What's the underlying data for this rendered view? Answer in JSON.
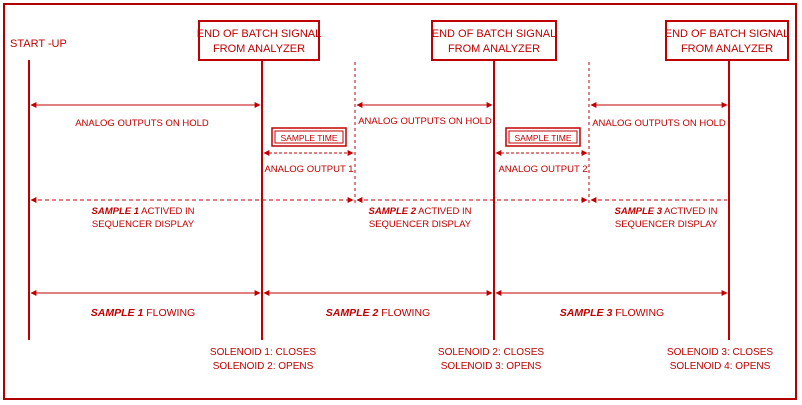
{
  "start_label": "START -UP",
  "end_batch_signals": [
    {
      "line1": "END OF BATCH SIGNAL",
      "line2": "FROM ANALYZER"
    },
    {
      "line1": "END OF BATCH SIGNAL",
      "line2": "FROM ANALYZER"
    },
    {
      "line1": "END OF BATCH SIGNAL",
      "line2": "FROM ANALYZER"
    }
  ],
  "analog_hold_labels": [
    "ANALOG OUTPUTS ON HOLD",
    "ANALOG OUTPUTS ON HOLD",
    "ANALOG OUTPUTS ON HOLD"
  ],
  "sample_time": [
    {
      "box": "SAMPLE TIME",
      "output": "ANALOG OUTPUT 1"
    },
    {
      "box": "SAMPLE TIME",
      "output": "ANALOG OUTPUT 2"
    }
  ],
  "sequencer": [
    {
      "sample": "SAMPLE 1",
      "rest": " ACTIVED IN",
      "line2": "SEQUENCER DISPLAY"
    },
    {
      "sample": "SAMPLE 2",
      "rest": " ACTIVED IN",
      "line2": "SEQUENCER DISPLAY"
    },
    {
      "sample": "SAMPLE 3",
      "rest": " ACTIVED IN",
      "line2": "SEQUENCER DISPLAY"
    }
  ],
  "flowing": [
    {
      "sample": "SAMPLE 1",
      "rest": " FLOWING"
    },
    {
      "sample": "SAMPLE 2",
      "rest": " FLOWING"
    },
    {
      "sample": "SAMPLE 3",
      "rest": " FLOWING"
    }
  ],
  "solenoids": [
    {
      "line1": "SOLENOID 1: CLOSES",
      "line2": "SOLENOID 2: OPENS"
    },
    {
      "line1": "SOLENOID 2: CLOSES",
      "line2": "SOLENOID 3: OPENS"
    },
    {
      "line1": "SOLENOID 3: CLOSES",
      "line2": "SOLENOID 4: OPENS"
    }
  ],
  "colors": {
    "accent": "#c00000",
    "frame": "#b00000",
    "background": "#ffffff"
  }
}
